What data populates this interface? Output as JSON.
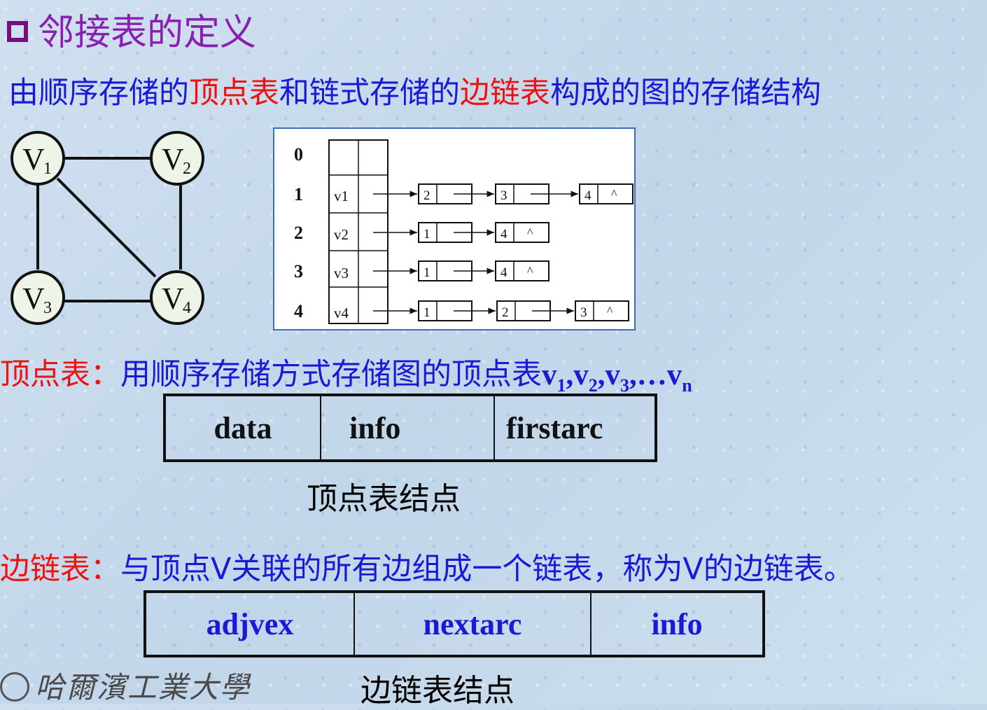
{
  "title": "邻接表的定义",
  "subtitle": {
    "p1": "由顺序存储的",
    "p2": "顶点表",
    "p3": "和链式存储的",
    "p4": "边链表",
    "p5": "构成的图的存储结构"
  },
  "graph": {
    "nodes": [
      {
        "label": "V",
        "sub": "1"
      },
      {
        "label": "V",
        "sub": "2"
      },
      {
        "label": "V",
        "sub": "3"
      },
      {
        "label": "V",
        "sub": "4"
      }
    ]
  },
  "adjlist": {
    "indices": [
      "0",
      "1",
      "2",
      "3",
      "4"
    ],
    "vertices": [
      "",
      "v1",
      "v2",
      "v3",
      "v4"
    ],
    "rows": [
      {
        "nodes": [
          "2",
          "3",
          "4"
        ],
        "end": "^"
      },
      {
        "nodes": [
          "1",
          "4"
        ],
        "end": "^"
      },
      {
        "nodes": [
          "1",
          "4"
        ],
        "end": "^"
      },
      {
        "nodes": [
          "1",
          "2",
          "3"
        ],
        "end": "^"
      }
    ]
  },
  "vertex_table_def": {
    "label": "顶点表：",
    "desc": "用顺序存储方式存储图的顶点表",
    "seq": [
      "v",
      "1",
      ",v",
      "2",
      ",v",
      "3",
      ",…v",
      "n"
    ]
  },
  "vertex_node": {
    "fields": [
      "data",
      "info",
      "firstarc"
    ],
    "caption": "顶点表结点"
  },
  "edge_list_def": {
    "label": "边链表：",
    "desc": "与顶点V关联的所有边组成一个链表，称为V的边链表。"
  },
  "edge_node": {
    "fields": [
      "adjvex",
      "nextarc",
      "info"
    ],
    "caption": "边链表结点"
  },
  "logo_text": "哈爾濱工業大學",
  "colors": {
    "title": "#8a1fb0",
    "blue": "#1a1ad6",
    "red": "#ee1111"
  }
}
